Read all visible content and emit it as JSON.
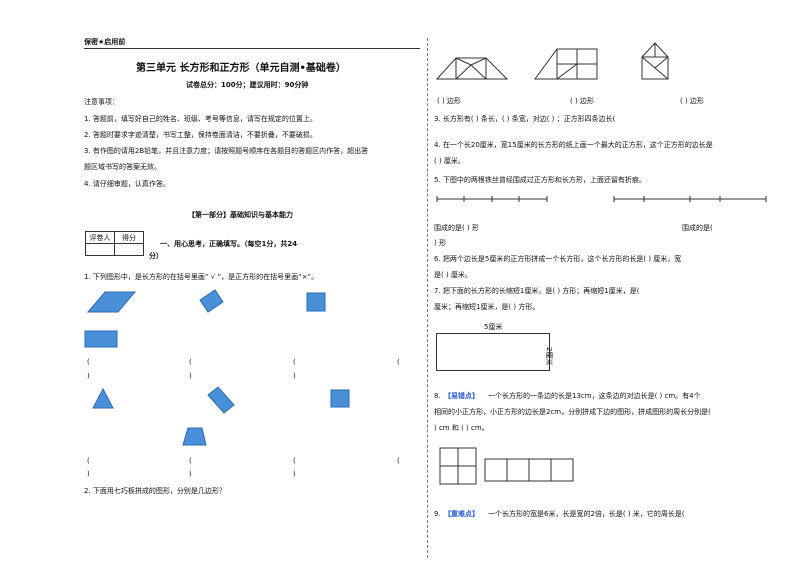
{
  "header": {
    "secret": "保密★启用前",
    "title": "第三单元  长方形和正方形（单元自测•基础卷）",
    "subtitle": "试卷总分：100分；建议用时：90分钟"
  },
  "notes": {
    "heading": "注意事项：",
    "items": [
      "1. 答题前，填写好自己的姓名、班级、考号等信息，请写在规定的位置上。",
      "2. 答题时要求字迹清楚，书写工整，保持卷面清洁，不要折叠，不要破损。",
      "3. 有作图的请用2B铅笔，并且注意力度；请按照题号顺序在各题目的答题区内作答，超出答",
      "题区域书写的答案无效。",
      "4. 请仔细审题，认真作答。"
    ]
  },
  "part1": {
    "title": "【第一部分】基础知识与基本能力"
  },
  "score_table": {
    "grader": "评卷人",
    "score": "得分"
  },
  "section1": {
    "line1": "一、用心思考，正确填写。（每空1分，共24",
    "line2": "分）"
  },
  "q1": {
    "text": "1. 下列图形中，是长方形的在括号里画“ √ ”，是正方形的在括号里画“×”。",
    "open": "(",
    "close": ")"
  },
  "q2": {
    "text": "2. 下面用七巧板拼成的图形，分别是几边形？"
  },
  "right": {
    "tangram_blanks": [
      "(          ) 边形",
      "(          ) 边形",
      "(          ) 边形"
    ],
    "q3": "3. 长方形有(          ) 条长，(          ) 条宽，对边(          ) ；正方形四条边长(",
    "q4a": "4. 在一个长20厘米，宽15厘米的长方形的纸上画一个最大的正方形，这个正方形的边长是",
    "q4b": "(          ) 厘米。",
    "q5": "5. 下图中的两根铁丝曾经围成过正方形和长方形，上面还留有折痕。",
    "q5_left": "围成的是(          ) 形",
    "q5_right": "围成的是(",
    "q5_tail": ") 形",
    "q6a": "6. 把两个边长是5厘米的正方形拼成一个长方形，这个长方形的长是(          ) 厘米，宽",
    "q6b": "是(          ) 厘米。",
    "q7": "7. 把下面的长方形的长缩短1厘米，是(          ) 方形；再缩短1厘米，是(",
    "q7b": "厘米；再缩短1厘米，是(          ) 方形。",
    "q7_len": "5厘米",
    "q7_wid": "2厘米",
    "q8_tag": "【易错点】",
    "q8a": "一个长方形的一条边的长是13cm，这条边的对边长是(          ) cm。有4个",
    "q8b": "相同的小正方形，小正方形的边长是2cm，分别拼成下边的图形，拼成图形的周长分别是(",
    "q8c": ") cm 和 (          ) cm。",
    "q8_num": "8.",
    "q9_num": "9.",
    "q9_tag": "【重难点】",
    "q9": "一个长方形的宽是6米，长是宽的2倍，长是(          ) 米，它的周长是("
  },
  "colors": {
    "shape_fill": "#4a90d9",
    "accent_blue": "#2a5bd7"
  }
}
